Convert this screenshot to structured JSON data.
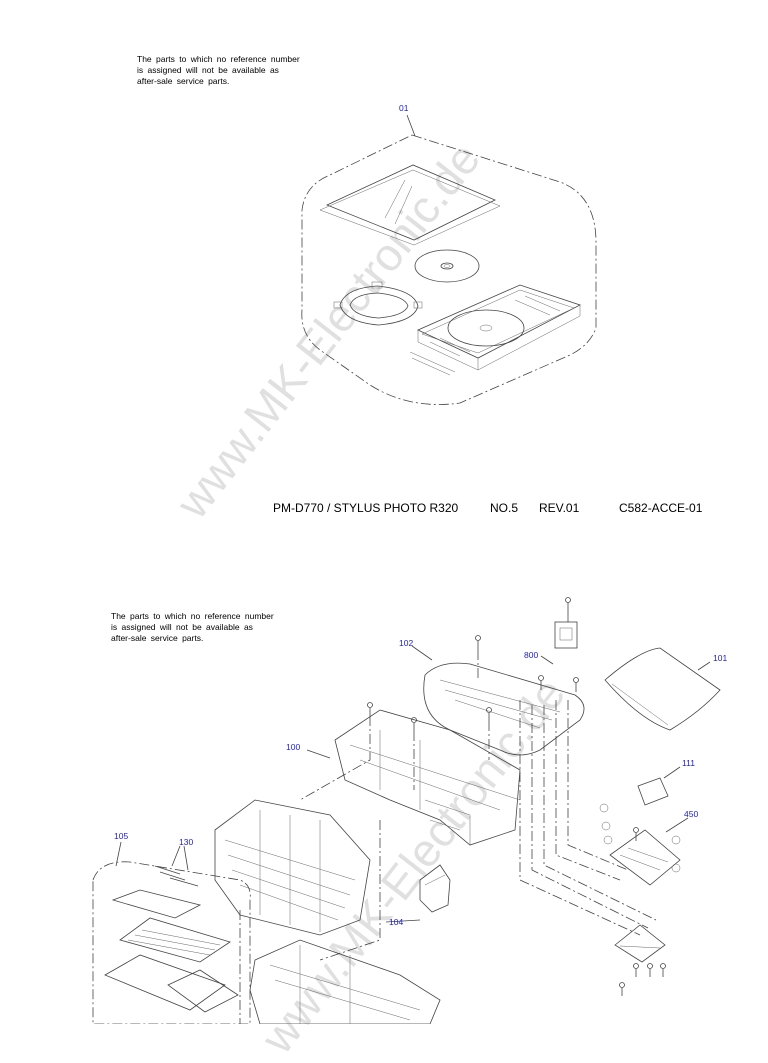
{
  "notes": {
    "top": "The parts to which no reference number\nis assigned will not be available as\nafter-sale service parts.",
    "bottom": "The parts to which no reference number\nis assigned will not be available as\nafter-sale service parts."
  },
  "footer": {
    "model": "PM-D770 / STYLUS PHOTO R320",
    "number": "NO.5",
    "revision": "REV.01",
    "code": "C582-ACCE-01"
  },
  "references": {
    "r01": "01",
    "r100": "100",
    "r101": "101",
    "r102": "102",
    "r104": "104",
    "r105": "105",
    "r111": "111",
    "r130": "130",
    "r450": "450",
    "r800": "800"
  },
  "watermark": {
    "top": "www.MK-Electronic.de",
    "bottom": "www.MK-Electronic.de"
  },
  "colors": {
    "reference_text": "#1a1ad6",
    "line": "#444444"
  }
}
